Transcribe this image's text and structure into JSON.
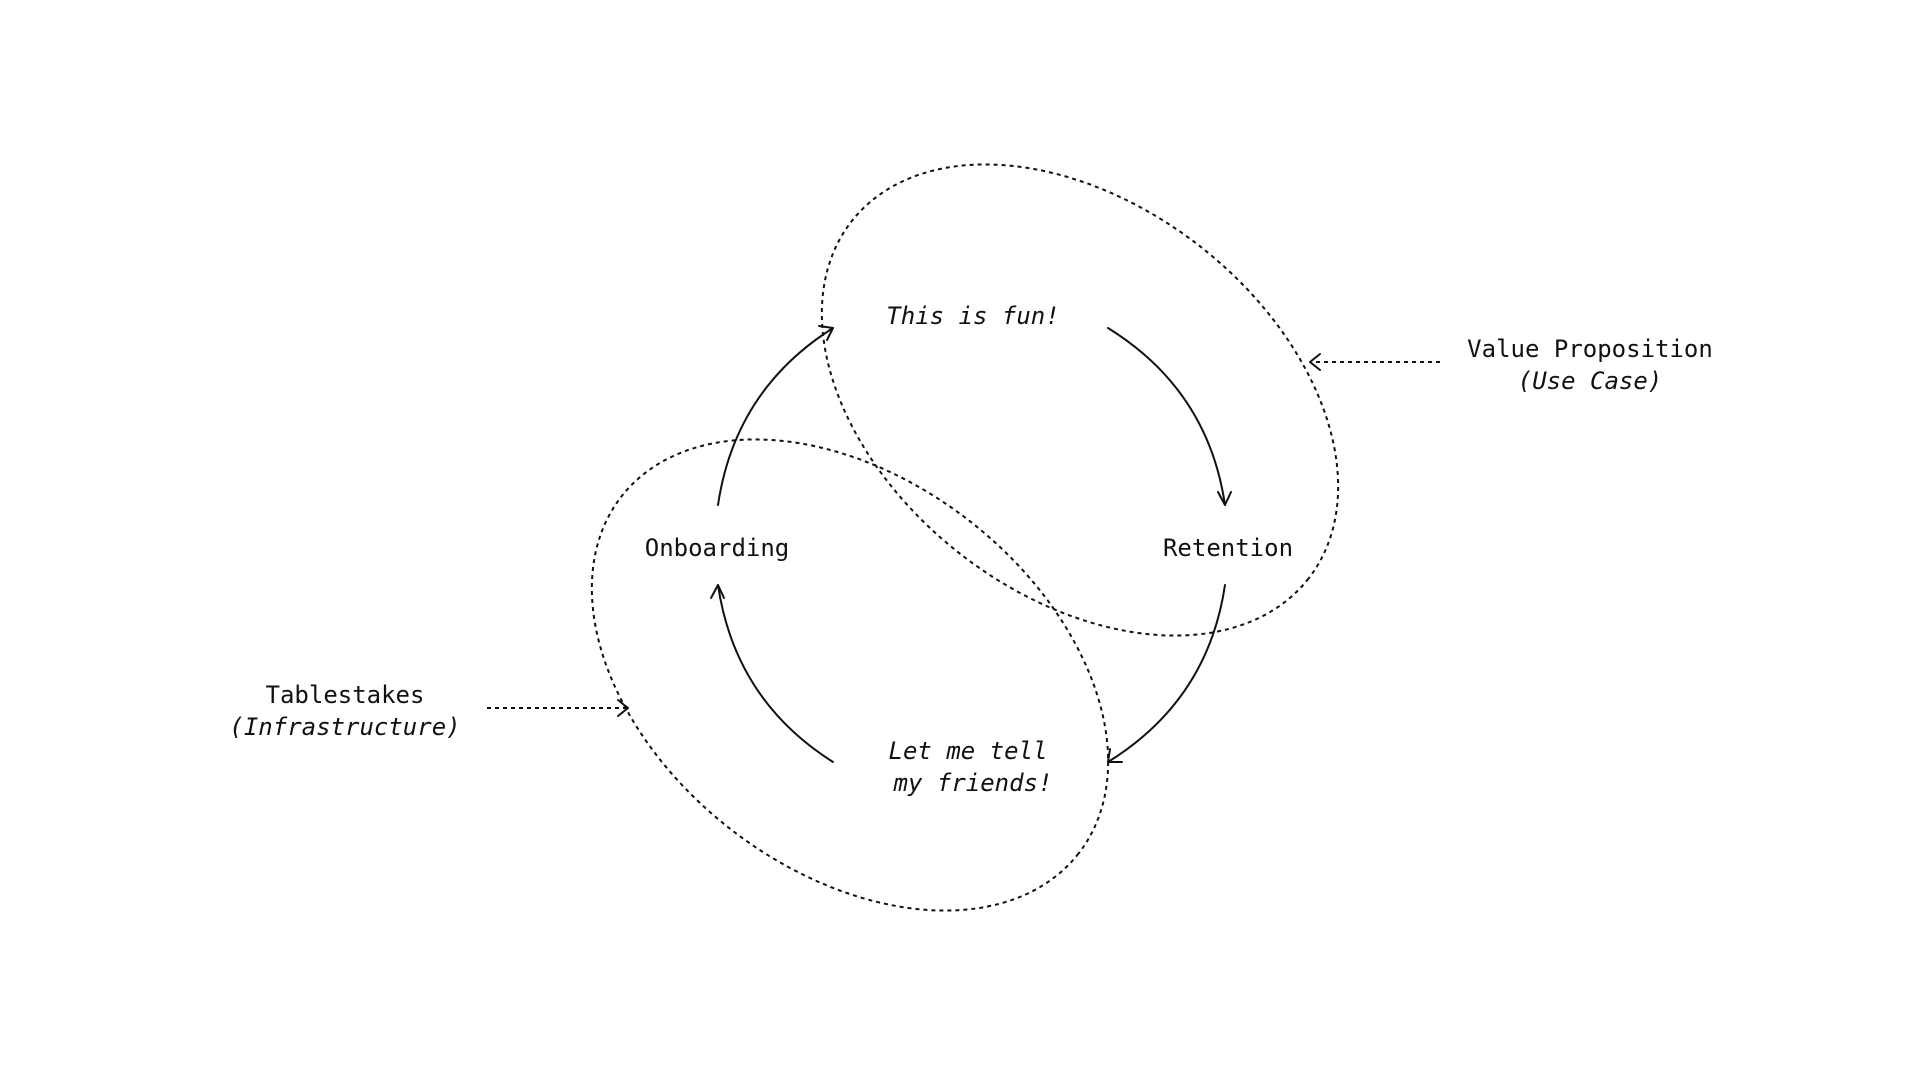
{
  "nodes": {
    "fun": "This is fun!",
    "retention": "Retention",
    "tell_line1": "Let me tell",
    "tell_line2": "my friends!",
    "onboarding": "Onboarding"
  },
  "groups": {
    "value_title": "Value Proposition",
    "value_sub": "(Use Case)",
    "table_title": "Tablestakes",
    "table_sub": "(Infrastructure)"
  },
  "colors": {
    "ink": "#111111",
    "background": "#ffffff"
  }
}
